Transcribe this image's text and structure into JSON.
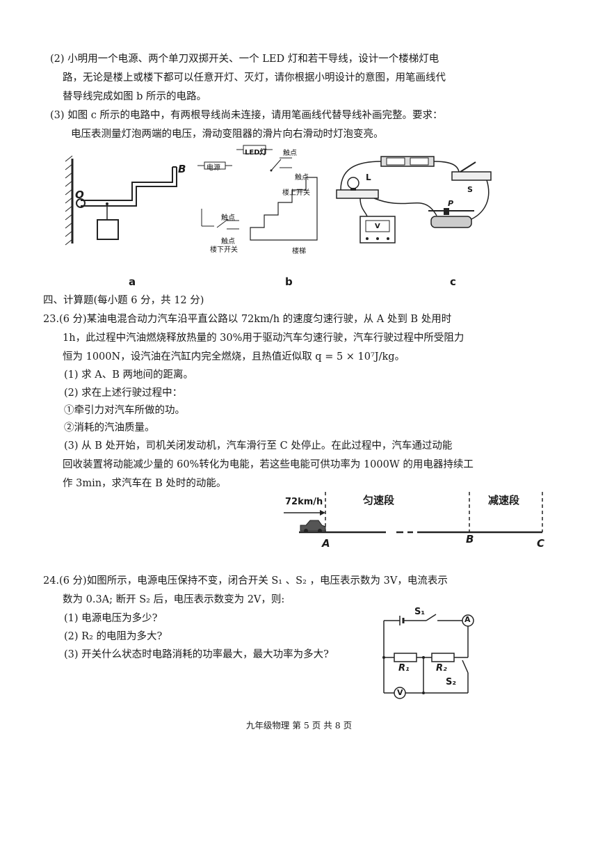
{
  "q22": {
    "item2_line1": "(2) 小明用一个电源、两个单刀双掷开关、一个 LED 灯和若干导线，设计一个楼梯灯电",
    "item2_line2": "路，无论是楼上或楼下都可以任意开灯、灭灯，请你根据小明设计的意图，用笔画线代",
    "item2_line3": "替导线完成如图 b 所示的电路。",
    "item3_line1": "(3) 如图 c 所示的电路中，有两根导线尚未连接，请用笔画线代替导线补画完整。要求：",
    "item3_line2": "电压表测量灯泡两端的电压，滑动变阻器的滑片向右滑动时灯泡变亮。",
    "figA": {
      "label_O": "O",
      "label_B": "B",
      "caption": "a"
    },
    "figB": {
      "power": "电源",
      "led": "LED灯",
      "contact_top": "触点",
      "contact_top2": "触点",
      "upstairs_switch": "楼上开关",
      "contact_bottom": "触点",
      "contact_bottom2": "触点",
      "downstairs_switch": "楼下开关",
      "stairs": "楼梯",
      "caption": "b"
    },
    "figC": {
      "label_L": "L",
      "label_S": "S",
      "label_P": "P",
      "voltmeter": "V",
      "caption": "c"
    }
  },
  "section4": {
    "title": "四、计算题(每小题 6 分，共 12 分)"
  },
  "q23": {
    "line1": "23.(6 分)某油电混合动力汽车沿平直公路以 72km/h 的速度匀速行驶，从 A 处到 B 处用时",
    "line2": "1h，此过程中汽油燃烧释放热量的 30%用于驱动汽车匀速行驶，汽车行驶过程中所受阻力",
    "line3": "恒为 1000N，设汽油在汽缸内完全燃烧，且热值近似取 q = 5 × 10⁷J/kg。",
    "sub1": "(1) 求 A、B 两地间的距离。",
    "sub2": "(2) 求在上述行驶过程中：",
    "sub2a": "①牵引力对汽车所做的功。",
    "sub2b": "②消耗的汽油质量。",
    "sub3_line1": "(3) 从 B 处开始，司机关闭发动机，汽车滑行至 C 处停止。在此过程中，汽车通过动能",
    "sub3_line2": "回收装置将动能减少量的 60%转化为电能，若这些电能可供功率为 1000W 的用电器持续工",
    "sub3_line3": "作 3min，求汽车在 B 处时的动能。",
    "figure": {
      "speed": "72km/h",
      "uniform": "匀速段",
      "decel": "减速段",
      "A": "A",
      "B": "B",
      "C": "C"
    }
  },
  "q24": {
    "line1": "24.(6 分)如图所示，电源电压保持不变，闭合开关 S₁ 、S₂ ，电压表示数为 3V，电流表示",
    "line2": "数为 0.3A; 断开 S₂ 后，电压表示数变为 2V，则:",
    "sub1": "(1) 电源电压为多少?",
    "sub2": "(2) R₂ 的电阻为多大?",
    "sub3": "(3) 开关什么状态时电路消耗的功率最大，最大功率为多大?",
    "figure": {
      "S1": "S₁",
      "A": "A",
      "R1": "R₁",
      "R2": "R₂",
      "S2": "S₂",
      "V": "V"
    }
  },
  "footer": "九年级物理 第 5 页 共 8 页"
}
